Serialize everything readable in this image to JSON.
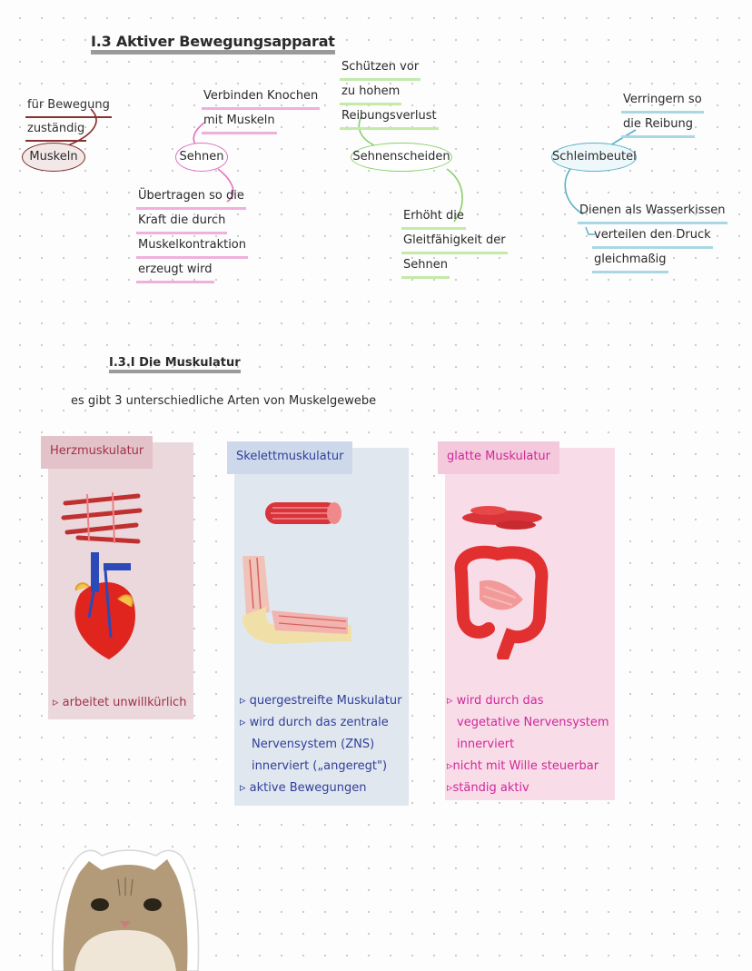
{
  "section_title": "I.3 Aktiver Bewegungsapparat",
  "mindmap": {
    "muskeln": {
      "label": "Muskeln",
      "note": [
        "für Bewegung",
        "zuständig"
      ]
    },
    "sehnen": {
      "label": "Sehnen",
      "note_top": [
        "Verbinden Knochen",
        "mit Muskeln"
      ],
      "note_bottom": [
        "Übertragen so die",
        "Kraft die durch",
        "Muskelkontraktion",
        "erzeugt wird"
      ]
    },
    "sehnenscheiden": {
      "label": "Sehnenscheiden",
      "note_top": [
        "Schützen vor",
        "zu hohem",
        "Reibungsverlust"
      ],
      "note_bottom": [
        "Erhöht die",
        "Gleitfähigkeit der",
        "Sehnen"
      ]
    },
    "schleimbeutel": {
      "label": "Schleimbeutel",
      "note_top": [
        "Verringern so",
        "die Reibung"
      ],
      "note_bottom": [
        "Dienen als Wasserkissen",
        "verteilen den Druck",
        "gleichmaßig"
      ]
    }
  },
  "subsection_title": "I.3.I Die Muskulatur",
  "intro_text": "es gibt 3 unterschiedliche Arten von Muskelgewebe",
  "tissues": [
    {
      "title": "Herzmuskulatur",
      "color": "#a0324a",
      "bullets": [
        "arbeitet unwillkürlich"
      ]
    },
    {
      "title": "Skelettmuskulatur",
      "color": "#2f3f9a",
      "bullets": [
        "quergestreifte Muskulatur",
        "wird durch das zentrale",
        "Nervensystem (ZNS)",
        "innerviert („angeregt\")",
        "aktive Bewegungen"
      ]
    },
    {
      "title": "glatte Muskulatur",
      "color": "#d0279a",
      "bullets": [
        "wird durch das",
        "vegetative Nervensystem",
        "innerviert",
        "nicht mit Wille steuerbar",
        "ständig aktiv"
      ]
    }
  ],
  "colors": {
    "brown": "#7a2a2a",
    "pink": "#d03c9c",
    "green": "#66bb44",
    "teal": "#3a9ab0"
  }
}
